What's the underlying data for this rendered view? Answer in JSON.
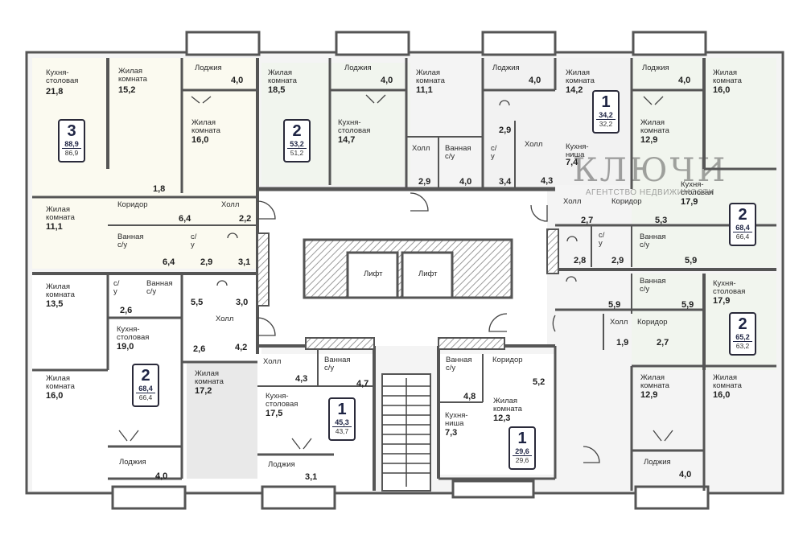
{
  "watermark": {
    "title": "КЛЮЧИ",
    "subtitle": "АГЕНТСТВО НЕДВИЖИМОСТИ"
  },
  "lifts": [
    "Лифт",
    "Лифт"
  ],
  "apartments": [
    {
      "id": "apt-3-left",
      "rooms": "3",
      "total": "88,9",
      "living": "86,9"
    },
    {
      "id": "apt-2-top-left",
      "rooms": "2",
      "total": "53,2",
      "living": "51,2"
    },
    {
      "id": "apt-1-top-right",
      "rooms": "1",
      "total": "34,2",
      "living": "32,2"
    },
    {
      "id": "apt-2-right-upper",
      "rooms": "2",
      "total": "68,4",
      "living": "66,4"
    },
    {
      "id": "apt-2-right-lower",
      "rooms": "2",
      "total": "65,2",
      "living": "63,2"
    },
    {
      "id": "apt-2-left-lower",
      "rooms": "2",
      "total": "68,4",
      "living": "66,4"
    },
    {
      "id": "apt-1-center",
      "rooms": "1",
      "total": "45,3",
      "living": "43,7"
    },
    {
      "id": "apt-1-center-right",
      "rooms": "1",
      "total": "29,6",
      "living": "29,6"
    }
  ],
  "rooms": [
    {
      "name": "Кухня-\nстоловая",
      "area": "21,8"
    },
    {
      "name": "Жилая\nкомната",
      "area": "15,2"
    },
    {
      "name": "Лоджия",
      "area": "4,0"
    },
    {
      "name": "Жилая\nкомната",
      "area": "16,0"
    },
    {
      "name": "",
      "area": "1,8"
    },
    {
      "name": "Жилая\nкомната",
      "area": "11,1"
    },
    {
      "name": "Коридор",
      "area": "6,4"
    },
    {
      "name": "Холл",
      "area": "2,2"
    },
    {
      "name": "Ванная\nс/у",
      "area": "6,4"
    },
    {
      "name": "с/у",
      "area": "2,9"
    },
    {
      "name": "",
      "area": "3,1"
    },
    {
      "name": "Жилая\nкомната",
      "area": "18,5"
    },
    {
      "name": "Лоджия",
      "area": "4,0"
    },
    {
      "name": "Кухня-\nстоловая",
      "area": "14,7"
    },
    {
      "name": "Жилая\nкомната",
      "area": "11,1"
    },
    {
      "name": "Холл",
      "area": "2,9"
    },
    {
      "name": "Ванная\nс/у",
      "area": "4,0"
    },
    {
      "name": "с/у",
      "area": "3,4"
    },
    {
      "name": "Лоджия",
      "area": "4,0"
    },
    {
      "name": "",
      "area": "2,9"
    },
    {
      "name": "Холл",
      "area": "4,3"
    },
    {
      "name": "Жилая\nкомната",
      "area": "14,2"
    },
    {
      "name": "Кухня-\nниша",
      "area": "7,4"
    },
    {
      "name": "Лоджия",
      "area": "4,0"
    },
    {
      "name": "Жилая\nкомната",
      "area": "12,9"
    },
    {
      "name": "Жилая\nкомната",
      "area": "16,0"
    },
    {
      "name": "Кухня-\nстоловая",
      "area": "17,9"
    },
    {
      "name": "Холл",
      "area": "2,7"
    },
    {
      "name": "Коридор",
      "area": "5,3"
    },
    {
      "name": "",
      "area": "2,8"
    },
    {
      "name": "с/у",
      "area": "2,9"
    },
    {
      "name": "Ванная\nс/у",
      "area": "5,9"
    },
    {
      "name": "",
      "area": "5,9"
    },
    {
      "name": "Ванная\nс/у",
      "area": "5,9"
    },
    {
      "name": "Кухня-\nстоловая",
      "area": "17,9"
    },
    {
      "name": "Холл",
      "area": "1,9"
    },
    {
      "name": "Коридор",
      "area": "2,7"
    },
    {
      "name": "Жилая\nкомната",
      "area": "12,9"
    },
    {
      "name": "Жилая\nкомната",
      "area": "16,0"
    },
    {
      "name": "Лоджия",
      "area": "4,0"
    },
    {
      "name": "Жилая\nкомната",
      "area": "13,5"
    },
    {
      "name": "с/у",
      "area": "2,6"
    },
    {
      "name": "Ванная\nс/у",
      "area": "5,5"
    },
    {
      "name": "",
      "area": "3,0"
    },
    {
      "name": "Кухня-\nстоловая",
      "area": "19,0"
    },
    {
      "name": "Холл",
      "area": "4,2"
    },
    {
      "name": "",
      "area": "2,6"
    },
    {
      "name": "Жилая\nкомната",
      "area": "16,0"
    },
    {
      "name": "Лоджия",
      "area": "4,0"
    },
    {
      "name": "Жилая\nкомната",
      "area": "17,2"
    },
    {
      "name": "Холл",
      "area": "4,3"
    },
    {
      "name": "Ванная\nс/у",
      "area": "4,7"
    },
    {
      "name": "Кухня-\nстоловая",
      "area": "17,5"
    },
    {
      "name": "Лоджия",
      "area": "3,1"
    },
    {
      "name": "Ванная\nс/у",
      "area": "4,8"
    },
    {
      "name": "Коридор",
      "area": "5,2"
    },
    {
      "name": "Жилая\nкомната",
      "area": "12,3"
    },
    {
      "name": "Кухня-\nниша",
      "area": "7,3"
    }
  ]
}
